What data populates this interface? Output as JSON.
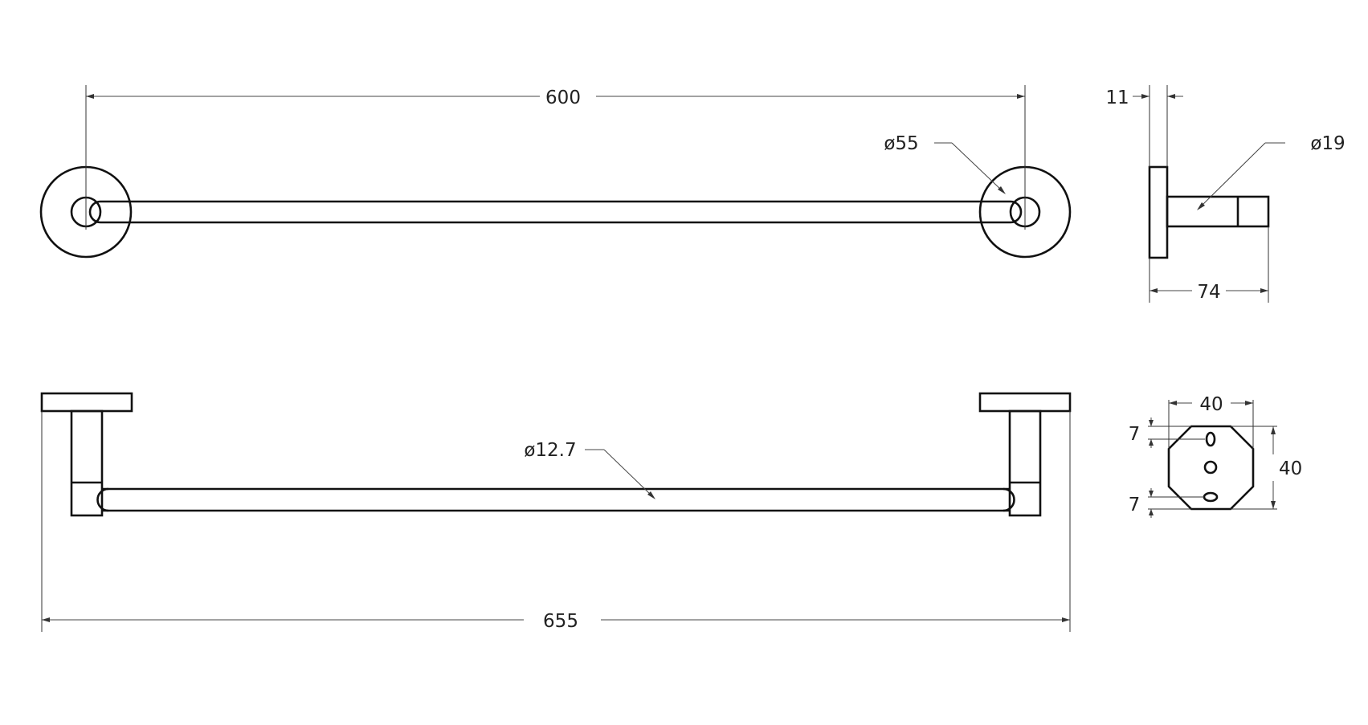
{
  "top_view": {
    "overall_width": "600",
    "rosette_diameter": "ø55"
  },
  "side_view": {
    "plate_thickness": "11",
    "bar_diameter": "ø19",
    "projection": "74"
  },
  "front_view": {
    "rod_diameter": "ø12.7",
    "overall_length": "655"
  },
  "mount_plate": {
    "width": "40",
    "height": "40",
    "top_hole_offset": "7",
    "bottom_hole_offset": "7"
  }
}
